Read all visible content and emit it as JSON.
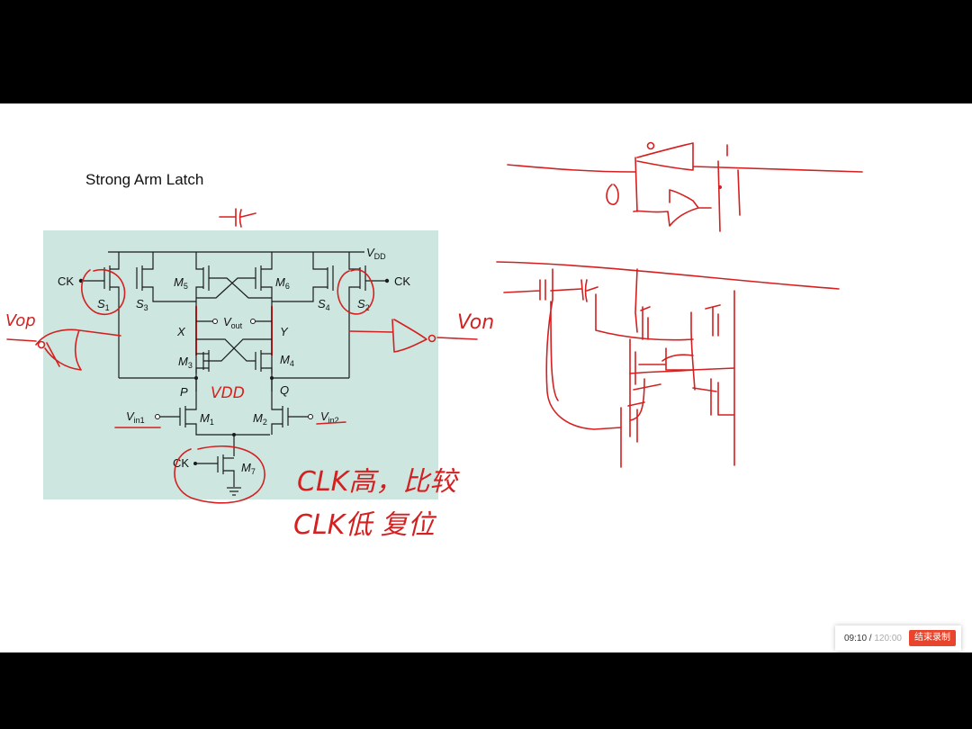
{
  "slide": {
    "title": "Strong Arm Latch"
  },
  "schematic": {
    "supply": "V",
    "supply_sub": "DD",
    "clock_left": "CK",
    "clock_right": "CK",
    "clock_tail": "CK",
    "node_x": "X",
    "node_y": "Y",
    "node_p": "P",
    "node_q": "Q",
    "vout": "V",
    "vout_sub": "out",
    "vin1": "V",
    "vin1_sub": "in1",
    "vin2": "V",
    "vin2_sub": "in2",
    "devices": [
      {
        "name": "S",
        "sub": "1"
      },
      {
        "name": "S",
        "sub": "3"
      },
      {
        "name": "M",
        "sub": "5"
      },
      {
        "name": "M",
        "sub": "6"
      },
      {
        "name": "S",
        "sub": "4"
      },
      {
        "name": "S",
        "sub": "2"
      },
      {
        "name": "M",
        "sub": "3"
      },
      {
        "name": "M",
        "sub": "4"
      },
      {
        "name": "M",
        "sub": "1"
      },
      {
        "name": "M",
        "sub": "2"
      },
      {
        "name": "M",
        "sub": "7"
      }
    ]
  },
  "annotations": {
    "vop": "Vop",
    "von": "Von",
    "vdd": "VDD",
    "clk_high": "CLK高，比较",
    "clk_low": "CLK低 复位"
  },
  "recorder": {
    "elapsed": "09:10",
    "separator": " / ",
    "total": "120:00",
    "stop_label": "结束录制",
    "stop_color": "#e8452c"
  },
  "colors": {
    "ink": "#d42020",
    "panel": "#cde6df"
  }
}
